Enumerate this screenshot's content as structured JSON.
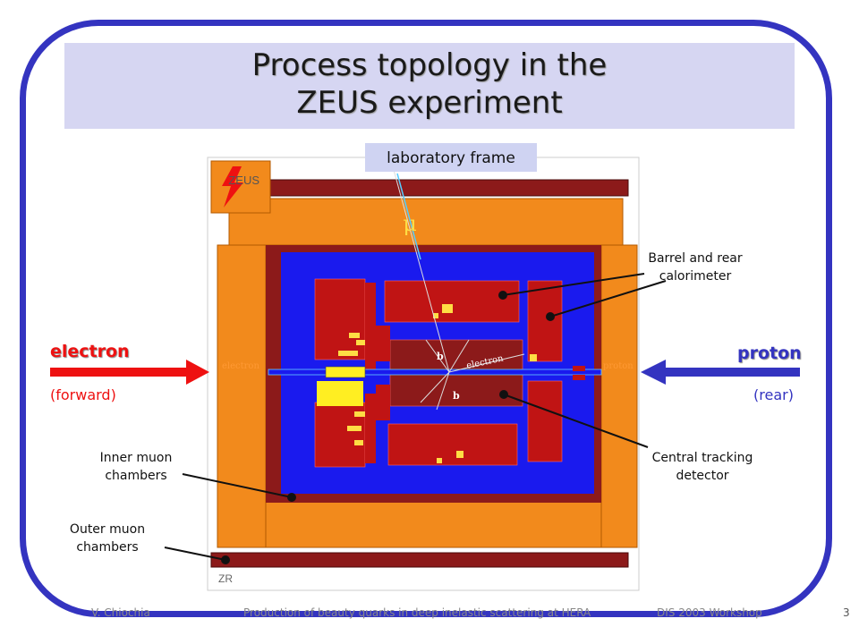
{
  "slide": {
    "title_line1": "Process topology in the",
    "title_line2": "ZEUS experiment",
    "frame_label": "laboratory frame"
  },
  "detector": {
    "logo_text": "ZEUS",
    "corner_label": "ZR",
    "muon_symbol": "μ",
    "inner_electron_label": "electron",
    "inner_proton_label": "proton",
    "scattered_electron_label": "electron",
    "b_label": "b"
  },
  "beams": {
    "electron": {
      "label": "electron",
      "direction": "(forward)",
      "color": "#ee1111"
    },
    "proton": {
      "label": "proton",
      "direction": "(rear)",
      "color": "#3434c0"
    }
  },
  "annotations": {
    "barrel_rear_calorimeter": [
      "Barrel and rear",
      "calorimeter"
    ],
    "central_tracking_detector": [
      "Central tracking",
      "detector"
    ],
    "inner_muon_chambers": [
      "Inner muon",
      "chambers"
    ],
    "outer_muon_chambers": [
      "Outer muon",
      "chambers"
    ]
  },
  "footer": {
    "author": "V. Chiochia",
    "talk_title": "Production of beauty quarks in deep inelastic scattering at HERA",
    "event": "DIS 2003 Workshop",
    "page_number": "3"
  },
  "colors": {
    "frame": "#3434c0",
    "orange": "#f28a1c",
    "blue": "#1a1aee",
    "dark_red": "#8c1a1a",
    "yellow": "#ffee22"
  }
}
